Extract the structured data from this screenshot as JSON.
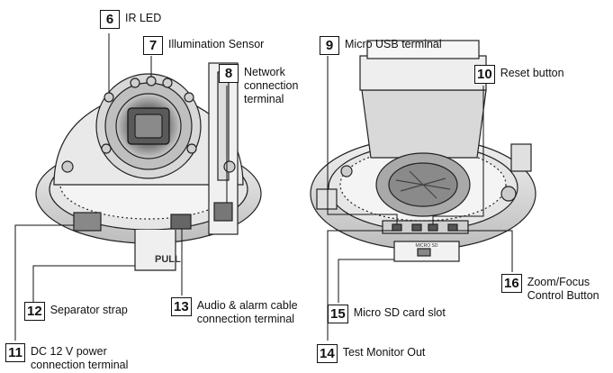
{
  "callouts": {
    "c6": {
      "num": "6",
      "label": "IR LED"
    },
    "c7": {
      "num": "7",
      "label": "Illumination Sensor"
    },
    "c8": {
      "num": "8",
      "label": "Network connection terminal"
    },
    "c9": {
      "num": "9",
      "label": "Micro USB terminal"
    },
    "c10": {
      "num": "10",
      "label": "Reset button"
    },
    "c11": {
      "num": "11",
      "label": "DC 12 V power connection terminal"
    },
    "c12": {
      "num": "12",
      "label": "Separator strap"
    },
    "c13": {
      "num": "13",
      "label": "Audio & alarm cable connection terminal"
    },
    "c14": {
      "num": "14",
      "label": "Test Monitor Out"
    },
    "c15": {
      "num": "15",
      "label": "Micro SD card slot"
    },
    "c16": {
      "num": "16",
      "label": "Zoom/Focus Control Button"
    }
  },
  "product_text": {
    "pull": "PULL",
    "sd_panel": "MICRO SD"
  }
}
